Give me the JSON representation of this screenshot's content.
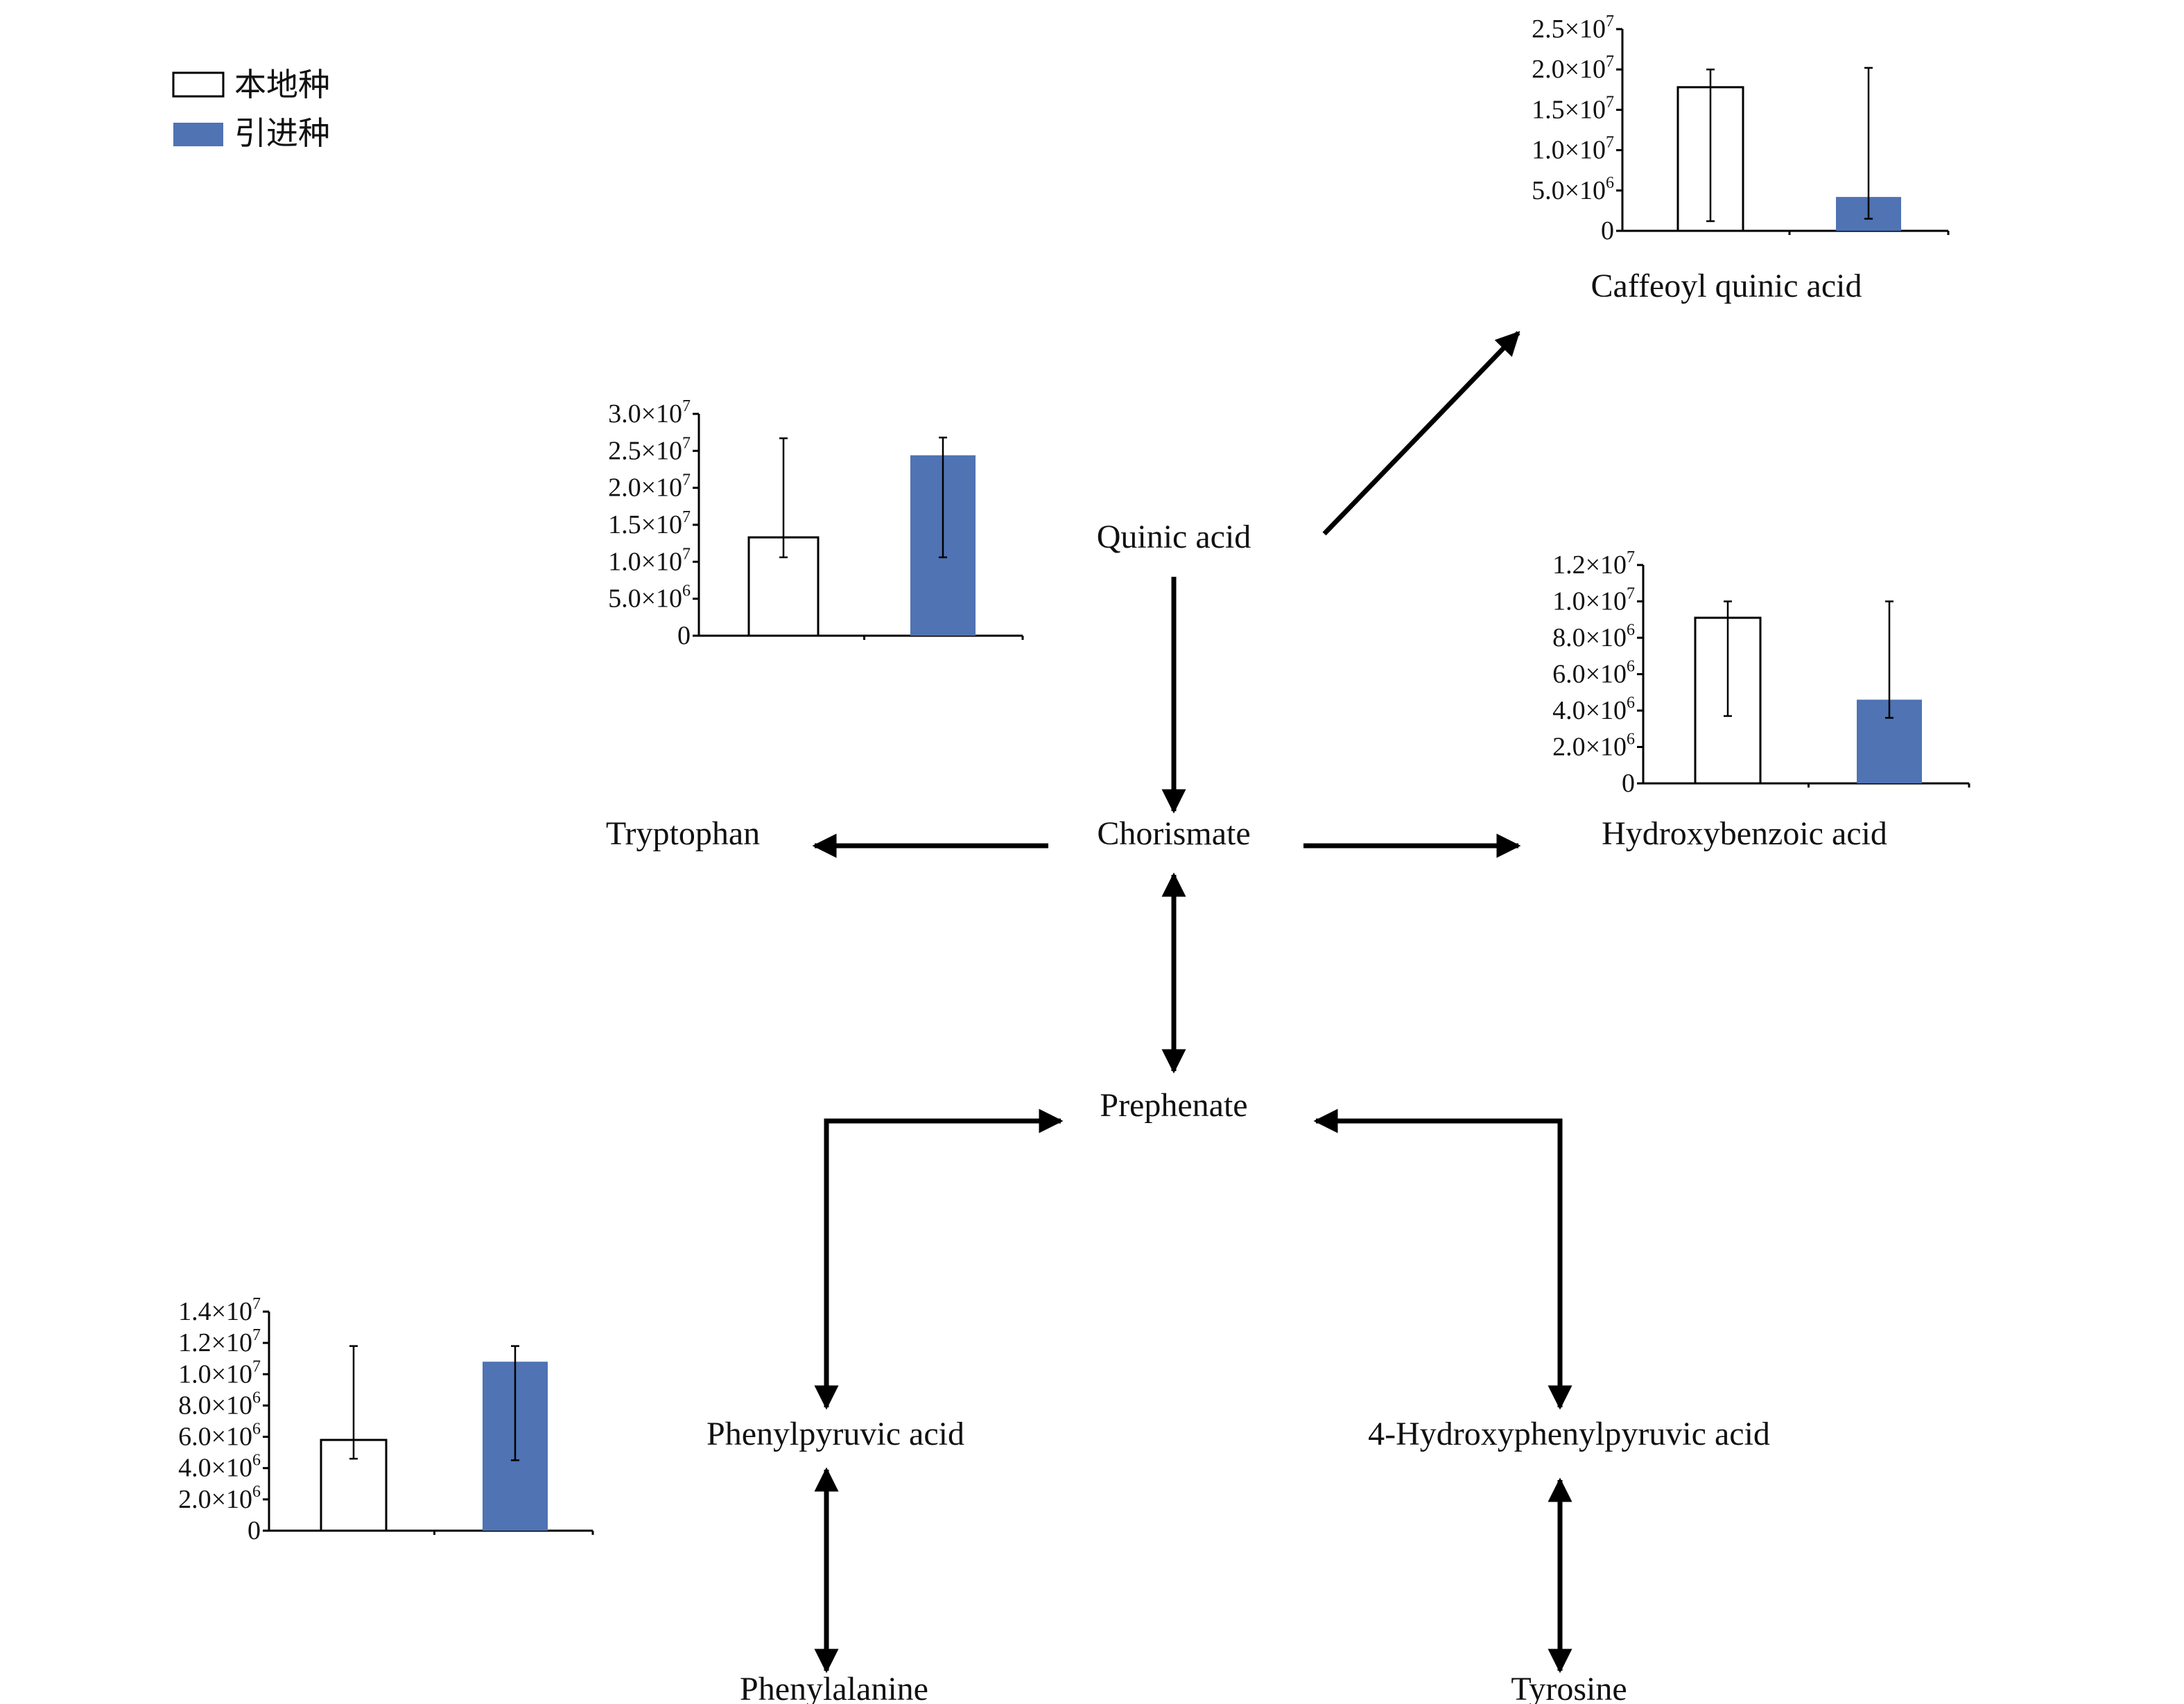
{
  "legend": {
    "items": [
      {
        "label": "本地种",
        "color": "#ffffff"
      },
      {
        "label": "引进种",
        "color": "#4f73b3"
      }
    ]
  },
  "nodes": {
    "quinic_acid": "Quinic acid",
    "chorismate": "Chorismate",
    "tryptophan": "Tryptophan",
    "hydroxybenzoic_acid": "Hydroxybenzoic acid",
    "caffeoyl_quinic_acid": "Caffeoyl quinic acid",
    "prephenate": "Prephenate",
    "phenylpyruvic_acid": "Phenylpyruvic acid",
    "hydroxyphenylpyruvic_acid": "4-Hydroxyphenylpyruvic acid",
    "phenylalanine": "Phenylalanine",
    "tyrosine": "Tyrosine"
  },
  "chart_data": [
    {
      "type": "bar",
      "id": "caffeoyl-quinic-acid",
      "categories": [
        "本地种",
        "引进种"
      ],
      "values": [
        17800000,
        4200000
      ],
      "error_low": [
        1200000,
        1500000
      ],
      "error_high": [
        20000000,
        20200000
      ],
      "colors": [
        "#ffffff",
        "#4f73b3"
      ],
      "ylim": [
        0,
        25000000
      ],
      "yticks": [
        {
          "value": 0,
          "mant": "0",
          "exp": ""
        },
        {
          "value": 5000000,
          "mant": "5.0×10",
          "exp": "6"
        },
        {
          "value": 10000000,
          "mant": "1.0×10",
          "exp": "7"
        },
        {
          "value": 15000000,
          "mant": "1.5×10",
          "exp": "7"
        },
        {
          "value": 20000000,
          "mant": "2.0×10",
          "exp": "7"
        },
        {
          "value": 25000000,
          "mant": "2.5×10",
          "exp": "7"
        }
      ]
    },
    {
      "type": "bar",
      "id": "tryptophan",
      "categories": [
        "本地种",
        "引进种"
      ],
      "values": [
        13300000,
        24400000
      ],
      "error_low": [
        10600000,
        10600000
      ],
      "error_high": [
        26700000,
        26800000
      ],
      "colors": [
        "#ffffff",
        "#4f73b3"
      ],
      "ylim": [
        0,
        30000000
      ],
      "yticks": [
        {
          "value": 0,
          "mant": "0",
          "exp": ""
        },
        {
          "value": 5000000,
          "mant": "5.0×10",
          "exp": "6"
        },
        {
          "value": 10000000,
          "mant": "1.0×10",
          "exp": "7"
        },
        {
          "value": 15000000,
          "mant": "1.5×10",
          "exp": "7"
        },
        {
          "value": 20000000,
          "mant": "2.0×10",
          "exp": "7"
        },
        {
          "value": 25000000,
          "mant": "2.5×10",
          "exp": "7"
        },
        {
          "value": 30000000,
          "mant": "3.0×10",
          "exp": "7"
        }
      ]
    },
    {
      "type": "bar",
      "id": "hydroxybenzoic-acid",
      "categories": [
        "本地种",
        "引进种"
      ],
      "values": [
        9100000,
        4600000
      ],
      "error_low": [
        3700000,
        3600000
      ],
      "error_high": [
        10000000,
        10000000
      ],
      "colors": [
        "#ffffff",
        "#4f73b3"
      ],
      "ylim": [
        0,
        12000000
      ],
      "yticks": [
        {
          "value": 0,
          "mant": "0",
          "exp": ""
        },
        {
          "value": 2000000,
          "mant": "2.0×10",
          "exp": "6"
        },
        {
          "value": 4000000,
          "mant": "4.0×10",
          "exp": "6"
        },
        {
          "value": 6000000,
          "mant": "6.0×10",
          "exp": "6"
        },
        {
          "value": 8000000,
          "mant": "8.0×10",
          "exp": "6"
        },
        {
          "value": 10000000,
          "mant": "1.0×10",
          "exp": "7"
        },
        {
          "value": 12000000,
          "mant": "1.2×10",
          "exp": "7"
        }
      ]
    },
    {
      "type": "bar",
      "id": "phenylalanine",
      "categories": [
        "本地种",
        "引进种"
      ],
      "values": [
        5800000,
        10800000
      ],
      "error_low": [
        4600000,
        4500000
      ],
      "error_high": [
        11800000,
        11800000
      ],
      "colors": [
        "#ffffff",
        "#4f73b3"
      ],
      "ylim": [
        0,
        14000000
      ],
      "yticks": [
        {
          "value": 0,
          "mant": "0",
          "exp": ""
        },
        {
          "value": 2000000,
          "mant": "2.0×10",
          "exp": "6"
        },
        {
          "value": 4000000,
          "mant": "4.0×10",
          "exp": "6"
        },
        {
          "value": 6000000,
          "mant": "6.0×10",
          "exp": "6"
        },
        {
          "value": 8000000,
          "mant": "8.0×10",
          "exp": "6"
        },
        {
          "value": 10000000,
          "mant": "1.0×10",
          "exp": "7"
        },
        {
          "value": 12000000,
          "mant": "1.2×10",
          "exp": "7"
        },
        {
          "value": 14000000,
          "mant": "1.4×10",
          "exp": "7"
        }
      ]
    }
  ]
}
